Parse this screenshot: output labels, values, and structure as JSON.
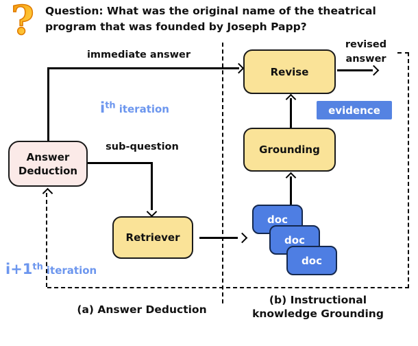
{
  "question": {
    "text": "Question: What was the original name of the theatrical program that was founded by Joseph Papp?"
  },
  "labels": {
    "immediate_answer": "immediate answer",
    "sub_question": "sub-question",
    "revised_answer_line1": "revised",
    "revised_answer_line2": "answer",
    "evidence": "evidence"
  },
  "iterations": {
    "current": {
      "base": "i",
      "sup": "th",
      "word": "iteration"
    },
    "next": {
      "base": "i+1",
      "sup": "th",
      "word": "iteration"
    }
  },
  "nodes": {
    "answer_deduction_line1": "Answer",
    "answer_deduction_line2": "Deduction",
    "retriever": "Retriever",
    "revise": "Revise",
    "grounding": "Grounding",
    "docs": [
      "doc",
      "doc",
      "doc"
    ]
  },
  "captions": {
    "panel_a": "(a) Answer Deduction",
    "panel_b_line1": "(b) Instructional",
    "panel_b_line2": "knowledge Grounding"
  },
  "colors": {
    "node_yellow": "#FAE398",
    "node_pink": "#FBEAE8",
    "doc_blue": "#4E7EE3",
    "evidence_blue": "#5583E2",
    "iteration_blue": "#6C96EE",
    "outline_black": "#111111"
  }
}
